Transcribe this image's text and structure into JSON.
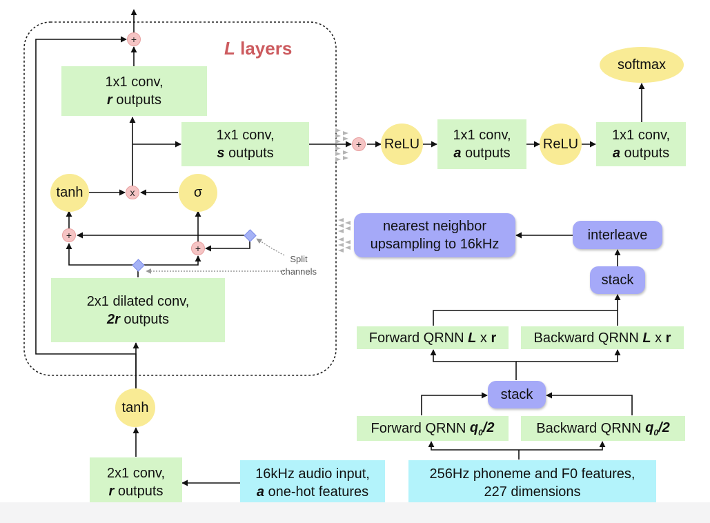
{
  "layers_title": {
    "var": "L",
    "rest": " layers"
  },
  "split_note": {
    "line1": "Split",
    "line2": "channels"
  },
  "ops": {
    "plus": "+",
    "times": "x"
  },
  "nodes": {
    "conv_r_top": {
      "line1": "1x1 conv,",
      "var": "r",
      "rest": " outputs"
    },
    "conv_s": {
      "line1": "1x1 conv,",
      "var": "s",
      "rest": " outputs"
    },
    "tanh_gate": "tanh",
    "sigma_gate": "σ",
    "dilated_conv": {
      "line1": "2x1 dilated conv,",
      "var": "2r",
      "rest": " outputs"
    },
    "tanh_input": "tanh",
    "conv_input": {
      "line1": "2x1 conv,",
      "var": "r",
      "rest": " outputs"
    },
    "audio_input": {
      "line1": "16kHz audio input,",
      "var": "a",
      "rest": " one-hot features"
    },
    "relu1": "ReLU",
    "conv_a1": {
      "line1": "1x1 conv,",
      "var": "a",
      "rest": " outputs"
    },
    "relu2": "ReLU",
    "conv_a2": {
      "line1": "1x1 conv,",
      "var": "a",
      "rest": " outputs"
    },
    "softmax": "softmax",
    "upsample": {
      "line1": "nearest neighbor",
      "line2": "upsampling to 16kHz"
    },
    "interleave": "interleave",
    "stack_top": "stack",
    "fwd_qrnn_L": {
      "pre": "Forward QRNN ",
      "var": "L",
      "mid": " x ",
      "var2": "r"
    },
    "bwd_qrnn_L": {
      "pre": "Backward QRNN ",
      "var": "L",
      "mid": " x ",
      "var2": "r"
    },
    "stack_bottom": "stack",
    "fwd_qrnn_q": {
      "pre": "Forward QRNN ",
      "var": "q",
      "sub": "0",
      "post": "/2"
    },
    "bwd_qrnn_q": {
      "pre": "Backward QRNN ",
      "var": "q",
      "sub": "0",
      "post": "/2"
    },
    "phoneme_input": {
      "line1": "256Hz phoneme and F0 features,",
      "line2": "227 dimensions"
    }
  },
  "colors": {
    "green_box": "#d5f5c8",
    "cyan_box": "#b3f3fb",
    "blue_box": "#a5a9f8",
    "ellipse": "#f9eb95",
    "op_circle": "#f5c4c4",
    "title_red": "#cc5a5e"
  }
}
